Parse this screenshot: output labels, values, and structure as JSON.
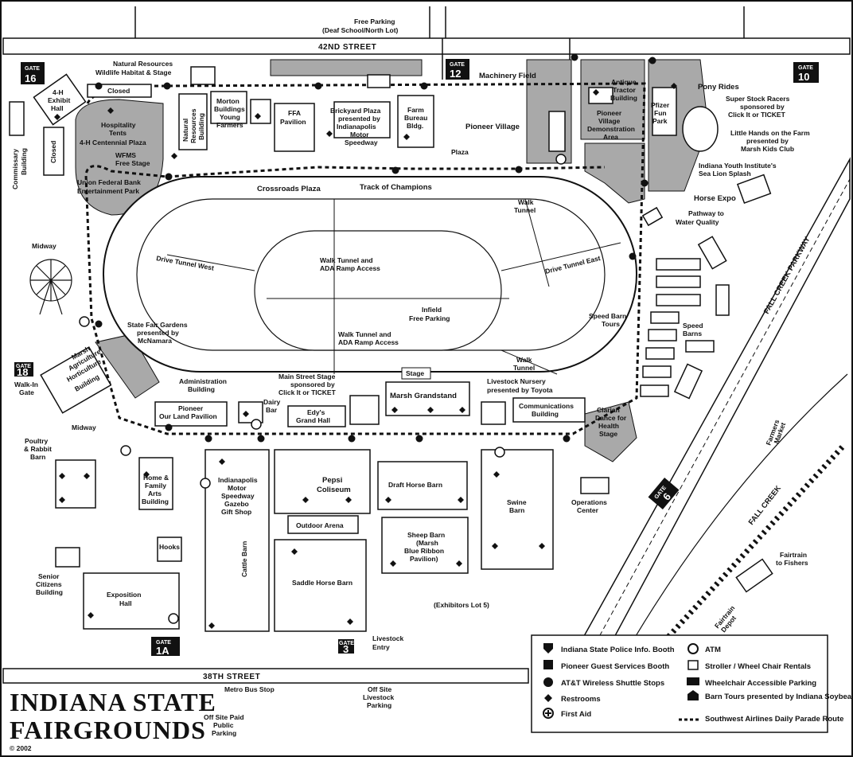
{
  "title": {
    "line1": "INDIANA STATE",
    "line2": "FAIRGROUNDS",
    "copyright": "© 2002"
  },
  "streets": {
    "north": "42ND STREET",
    "south": "38TH STREET",
    "parkway": "FALL CREEK PARKWAY",
    "creek": "FALL CREEK"
  },
  "gates": [
    {
      "word": "GATE",
      "num": "16"
    },
    {
      "word": "GATE",
      "num": "12"
    },
    {
      "word": "GATE",
      "num": "10"
    },
    {
      "word": "GATE",
      "num": "18"
    },
    {
      "word": "GATE",
      "num": "1A"
    },
    {
      "word": "GATE",
      "num": "3"
    },
    {
      "word": "GATE",
      "num": "6"
    }
  ],
  "labels": {
    "free_parking_1": "Free Parking",
    "free_parking_2": "(Deaf School/North Lot)",
    "natural_resources_1": "Natural Resources",
    "natural_resources_2": "Wildlife Habitat & Stage",
    "closed_top": "Closed",
    "closed_side": "Closed",
    "h4_exhibit_1": "4-H",
    "h4_exhibit_2": "Exhibit",
    "h4_exhibit_3": "Hall",
    "hospitality_1": "Hospitality",
    "hospitality_2": "Tents",
    "centennial": "4-H Centennial Plaza",
    "wfms_1": "WFMS",
    "wfms_2": "Free Stage",
    "union_1": "Union Federal Bank",
    "union_2": "Entertainment Park",
    "commissary_1": "Commissary",
    "commissary_2": "Building",
    "nrb_1": "Natural",
    "nrb_2": "Resources",
    "nrb_3": "Building",
    "morton_1": "Morton",
    "morton_2": "Buildings",
    "morton_3": "Young",
    "morton_4": "Farmers",
    "ffa_1": "FFA",
    "ffa_2": "Pavilion",
    "brickyard_1": "Brickyard Plaza",
    "brickyard_2": "presented by",
    "brickyard_3": "Indianapolis",
    "brickyard_4": "Motor",
    "brickyard_5": "Speedway",
    "farm_bureau_1": "Farm",
    "farm_bureau_2": "Bureau",
    "farm_bureau_3": "Bldg.",
    "machinery_field": "Machinery Field",
    "pioneer_village": "Pioneer Village",
    "antique_1": "Antique",
    "antique_2": "Tractor",
    "antique_3": "Building",
    "pvda_1": "Pioneer",
    "pvda_2": "Village",
    "pvda_3": "Demonstration",
    "pvda_4": "Area",
    "pony_rides": "Pony Rides",
    "pfizer_1": "Pfizer",
    "pfizer_2": "Fun",
    "pfizer_3": "Park",
    "super_stock_1": "Super Stock Racers",
    "super_stock_2": "sponsored by",
    "super_stock_3": "Click It or TICKET",
    "little_hands_1": "Little Hands on the Farm",
    "little_hands_2": "presented by",
    "little_hands_3": "Marsh Kids Club",
    "sea_lion_1": "Indiana Youth Institute's",
    "sea_lion_2": "Sea Lion Splash",
    "horse_expo": "Horse Expo",
    "pathway_1": "Pathway to",
    "pathway_2": "Water Quality",
    "plaza": "Plaza",
    "crossroads": "Crossroads Plaza",
    "track": "Track of Champions",
    "walk_tunnel_ne_1": "Walk",
    "walk_tunnel_ne_2": "Tunnel",
    "drive_tunnel_east": "Drive Tunnel East",
    "drive_tunnel_west": "Drive Tunnel West",
    "walk_ada_1a": "Walk Tunnel and",
    "walk_ada_1b": "ADA Ramp Access",
    "walk_ada_2a": "Walk Tunnel and",
    "walk_ada_2b": "ADA Ramp Access",
    "infield_1": "Infield",
    "infield_2": "Free Parking",
    "midway_top": "Midway",
    "gardens_1": "State Fair Gardens",
    "gardens_2": "presented by",
    "gardens_3": "McNamara",
    "speed_tours_1": "Speed Barn",
    "speed_tours_2": "Tours",
    "speed_barns_1": "Speed",
    "speed_barns_2": "Barns",
    "walk_tunnel_se_1": "Walk",
    "walk_tunnel_se_2": "Tunnel",
    "marsh_ag_1": "Marsh",
    "marsh_ag_2": "Agriculture",
    "marsh_ag_3": "Horticulture",
    "marsh_ag_4": "Building",
    "walkin_1": "Walk-In",
    "walkin_2": "Gate",
    "admin_1": "Administration",
    "admin_2": "Building",
    "main_stage_1": "Main Street Stage",
    "main_stage_2": "sponsored by",
    "main_stage_3": "Click It or TICKET",
    "stage": "Stage",
    "nursery_1": "Livestock Nursery",
    "nursery_2": "presented by Toyota",
    "grandstand": "Marsh Grandstand",
    "pioneer_pav_1": "Pioneer",
    "pioneer_pav_2": "Our Land Pavilion",
    "dairy_1": "Dairy",
    "dairy_2": "Bar",
    "edys_1": "Edy's",
    "edys_2": "Grand Hall",
    "comm_1": "Communications",
    "comm_2": "Building",
    "clarian_1": "Clarian",
    "clarian_2": "Dance for",
    "clarian_3": "Health",
    "clarian_4": "Stage",
    "farmers_1": "Farmers",
    "farmers_2": "Market",
    "midway_bottom": "Midway",
    "poultry_1": "Poultry",
    "poultry_2": "& Rabbit",
    "poultry_3": "Barn",
    "home_1": "Home &",
    "home_2": "Family",
    "home_3": "Arts",
    "home_4": "Building",
    "ims_1": "Indianapolis",
    "ims_2": "Motor",
    "ims_3": "Speedway",
    "ims_4": "Gazebo",
    "ims_5": "Gift Shop",
    "pepsi_1": "Pepsi",
    "pepsi_2": "Coliseum",
    "draft": "Draft Horse Barn",
    "swine_1": "Swine",
    "swine_2": "Barn",
    "operations_1": "Operations",
    "operations_2": "Center",
    "outdoor_arena": "Outdoor Arena",
    "sheep_1": "Sheep Barn",
    "sheep_2": "(Marsh",
    "sheep_3": "Blue Ribbon",
    "sheep_4": "Pavilion)",
    "hooks": "Hooks",
    "cattle": "Cattle Barn",
    "saddle": "Saddle Horse Barn",
    "senior_1": "Senior",
    "senior_2": "Citizens",
    "senior_3": "Building",
    "expo_1": "Exposition",
    "expo_2": "Hall",
    "exhibitors": "(Exhibitors Lot 5)",
    "livestock_entry_1": "Livestock",
    "livestock_entry_2": "Entry",
    "fairtrain_1": "Fairtrain",
    "fairtrain_2": "to Fishers",
    "depot_1": "Fairtrain",
    "depot_2": "Depot",
    "metro": "Metro Bus Stop",
    "offsite_1": "Off Site",
    "offsite_2": "Livestock",
    "offsite_3": "Parking",
    "offsite_paid_1": "Off Site Paid",
    "offsite_paid_2": "Public",
    "offsite_paid_3": "Parking"
  },
  "legend": [
    {
      "symbol": "shield",
      "label": "Indiana State Police Info. Booth"
    },
    {
      "symbol": "question",
      "label": "Pioneer Guest Services Booth"
    },
    {
      "symbol": "dot",
      "label": "AT&T Wireless Shuttle Stops"
    },
    {
      "symbol": "diamond",
      "label": "Restrooms"
    },
    {
      "symbol": "cross",
      "label": "First Aid"
    },
    {
      "symbol": "atm",
      "label": "ATM"
    },
    {
      "symbol": "square",
      "label": "Stroller / Wheel Chair Rentals"
    },
    {
      "symbol": "wheelchair",
      "label": "Wheelchair Accessible Parking"
    },
    {
      "symbol": "barn",
      "label": "Barn Tours presented by Indiana Soybean Board"
    },
    {
      "symbol": "route",
      "label": "Southwest Airlines Daily Parade Route"
    }
  ],
  "colors": {
    "ink": "#111111",
    "gray": "#a9a9a9",
    "light": "#e9e9e9",
    "paper": "#ffffff"
  }
}
